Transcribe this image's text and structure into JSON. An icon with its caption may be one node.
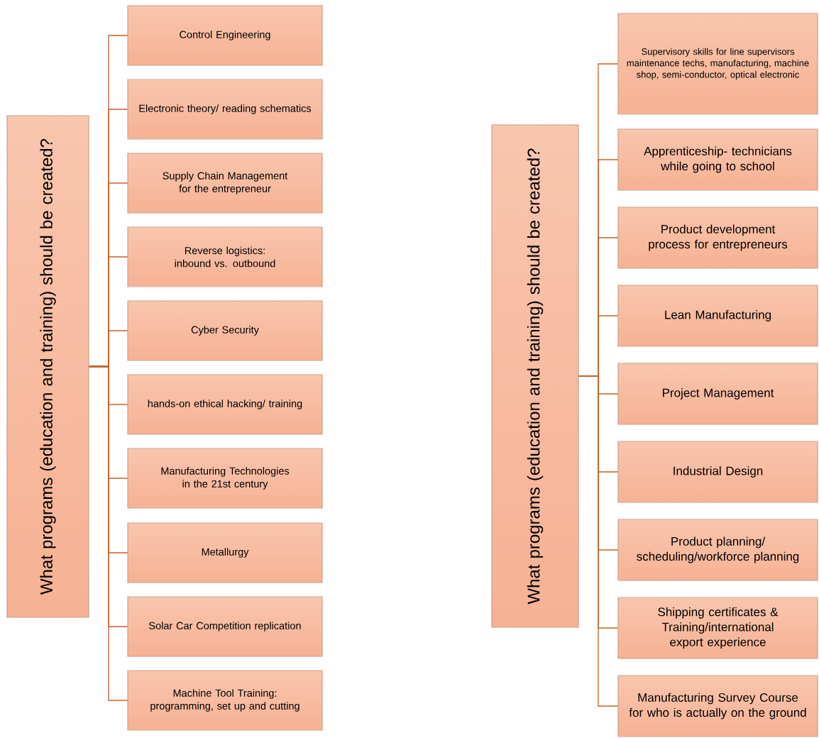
{
  "diagram": {
    "nodes": [
      {
        "text": [
          "What programs (education and training) should be created?"
        ]
      },
      {
        "text": [
          "Control Engineering"
        ]
      },
      {
        "text": [
          "Electronic theory/ reading schematics"
        ]
      },
      {
        "text": [
          "Supply Chain Management for the entrepreneur"
        ]
      },
      {
        "text": [
          "Reverse logistics: inbound vs. outbound"
        ]
      },
      {
        "text": [
          "Cyber Security"
        ]
      },
      {
        "text": [
          "hands-on ethical hacking/ training"
        ]
      },
      {
        "text": [
          "Manufacturing Technologies in the 21st century"
        ]
      },
      {
        "text": [
          "Metallurgy"
        ]
      },
      {
        "text": [
          "Solar Car Competition replication"
        ]
      },
      {
        "text": [
          "Machine Tool Training: programming, set up and cutting"
        ]
      },
      {
        "text": [
          "What programs (education and training) should be created?"
        ]
      },
      {
        "text": [
          "Supervisory skills for line supervisors maintenance techs, manufacturing, machine shop, semi-conductor, optical electronic"
        ]
      },
      {
        "text": [
          "Apprenticeship- technicians while going to school"
        ]
      },
      {
        "text": [
          "Product development process for entrepreneurs"
        ]
      },
      {
        "text": [
          "Lean Manufacturing"
        ]
      },
      {
        "text": [
          "Project Management"
        ]
      },
      {
        "text": [
          "Industrial Design"
        ]
      },
      {
        "text": [
          "Product planning/ scheduling/workforce planning"
        ]
      },
      {
        "text": [
          "Shipping certificates & Training/international export experience"
        ]
      },
      {
        "text": [
          "Manufacturing Survey Course for who is actually on the ground"
        ]
      }
    ],
    "edges": [
      {
        "from": 0,
        "to": 1,
        "arrow": "none"
      },
      {
        "from": 0,
        "to": 2,
        "arrow": "none"
      },
      {
        "from": 0,
        "to": 3,
        "arrow": "none"
      },
      {
        "from": 0,
        "to": 4,
        "arrow": "none"
      },
      {
        "from": 0,
        "to": 5,
        "arrow": "none"
      },
      {
        "from": 0,
        "to": 6,
        "arrow": "none"
      },
      {
        "from": 0,
        "to": 7,
        "arrow": "none"
      },
      {
        "from": 0,
        "to": 8,
        "arrow": "none"
      },
      {
        "from": 0,
        "to": 9,
        "arrow": "none"
      },
      {
        "from": 0,
        "to": 10,
        "arrow": "none"
      },
      {
        "from": 11,
        "to": 12,
        "arrow": "none"
      },
      {
        "from": 11,
        "to": 13,
        "arrow": "none"
      },
      {
        "from": 11,
        "to": 14,
        "arrow": "none"
      },
      {
        "from": 11,
        "to": 15,
        "arrow": "none"
      },
      {
        "from": 11,
        "to": 16,
        "arrow": "none"
      },
      {
        "from": 11,
        "to": 17,
        "arrow": "none"
      },
      {
        "from": 11,
        "to": 18,
        "arrow": "none"
      },
      {
        "from": 11,
        "to": 19,
        "arrow": "none"
      },
      {
        "from": 11,
        "to": 20,
        "arrow": "none"
      }
    ]
  }
}
